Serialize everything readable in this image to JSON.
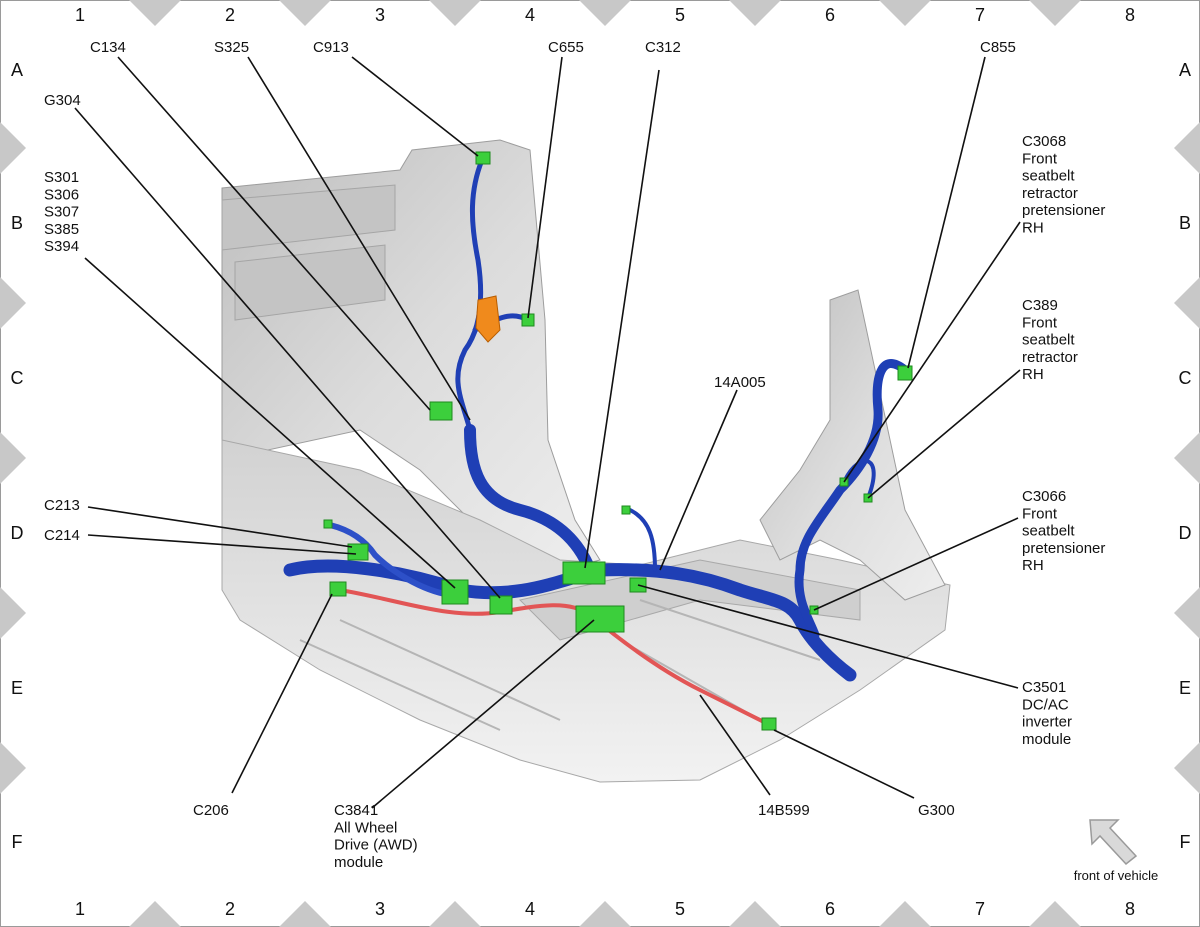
{
  "grid": {
    "columns": [
      "1",
      "2",
      "3",
      "4",
      "5",
      "6",
      "7",
      "8"
    ],
    "rows": [
      "A",
      "B",
      "C",
      "D",
      "E",
      "F"
    ]
  },
  "callouts": [
    {
      "id": "c134",
      "lines": [
        "C134"
      ]
    },
    {
      "id": "s325",
      "lines": [
        "S325"
      ]
    },
    {
      "id": "c913",
      "lines": [
        "C913"
      ]
    },
    {
      "id": "c655",
      "lines": [
        "C655"
      ]
    },
    {
      "id": "c312",
      "lines": [
        "C312"
      ]
    },
    {
      "id": "c855",
      "lines": [
        "C855"
      ]
    },
    {
      "id": "g304",
      "lines": [
        "G304"
      ]
    },
    {
      "id": "splices",
      "lines": [
        "S301",
        "S306",
        "S307",
        "S385",
        "S394"
      ]
    },
    {
      "id": "c3068",
      "lines": [
        "C3068",
        "Front",
        "seatbelt",
        "retractor",
        "pretensioner",
        "RH"
      ]
    },
    {
      "id": "c389",
      "lines": [
        "C389",
        "Front",
        "seatbelt",
        "retractor",
        "RH"
      ]
    },
    {
      "id": "h14a005",
      "lines": [
        "14A005"
      ]
    },
    {
      "id": "c3066",
      "lines": [
        "C3066",
        "Front",
        "seatbelt",
        "pretensioner",
        "RH"
      ]
    },
    {
      "id": "c213",
      "lines": [
        "C213"
      ]
    },
    {
      "id": "c214",
      "lines": [
        "C214"
      ]
    },
    {
      "id": "c3501",
      "lines": [
        "C3501",
        "DC/AC",
        "inverter",
        "module"
      ]
    },
    {
      "id": "c206",
      "lines": [
        "C206"
      ]
    },
    {
      "id": "c3841",
      "lines": [
        "C3841",
        "All Wheel",
        "Drive (AWD)",
        "module"
      ]
    },
    {
      "id": "h14b599",
      "lines": [
        "14B599"
      ]
    },
    {
      "id": "g300",
      "lines": [
        "G300"
      ]
    }
  ],
  "orientation": {
    "label": "front of vehicle"
  },
  "colors": {
    "harness_blue": "#1f3fb5",
    "harness_red": "#e25555",
    "connector_green": "#3ccf3c",
    "connector_orange": "#f08a1c",
    "body_grey": "#d6d6d6",
    "marker_grey": "#c8c8c8"
  }
}
